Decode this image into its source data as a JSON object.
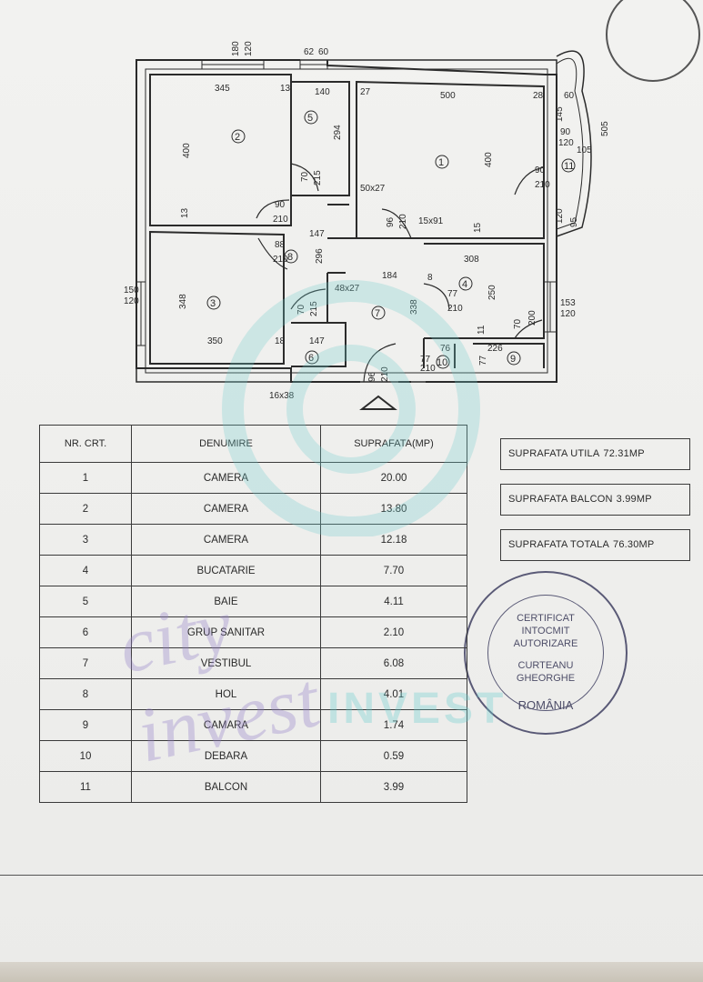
{
  "plan": {
    "dims": [
      {
        "t": "180"
      },
      {
        "t": "120"
      },
      {
        "t": "62"
      },
      {
        "t": "60"
      },
      {
        "t": "345"
      },
      {
        "t": "13"
      },
      {
        "t": "140"
      },
      {
        "t": "27"
      },
      {
        "t": "500"
      },
      {
        "t": "28"
      },
      {
        "t": "60"
      },
      {
        "t": "145"
      },
      {
        "t": "90"
      },
      {
        "t": "120"
      },
      {
        "t": "105"
      },
      {
        "t": "505"
      },
      {
        "t": "400"
      },
      {
        "t": "294"
      },
      {
        "t": "400"
      },
      {
        "t": "90"
      },
      {
        "t": "210"
      },
      {
        "t": "50x27"
      },
      {
        "t": "70"
      },
      {
        "t": "215"
      },
      {
        "t": "90"
      },
      {
        "t": "210"
      },
      {
        "t": "13"
      },
      {
        "t": "147"
      },
      {
        "t": "96"
      },
      {
        "t": "210"
      },
      {
        "t": "15x91"
      },
      {
        "t": "15"
      },
      {
        "t": "120"
      },
      {
        "t": "95"
      },
      {
        "t": "88"
      },
      {
        "t": "210"
      },
      {
        "t": "296"
      },
      {
        "t": "308"
      },
      {
        "t": "184"
      },
      {
        "t": "8"
      },
      {
        "t": "48x27"
      },
      {
        "t": "150"
      },
      {
        "t": "120"
      },
      {
        "t": "348"
      },
      {
        "t": "250"
      },
      {
        "t": "153"
      },
      {
        "t": "120"
      },
      {
        "t": "77"
      },
      {
        "t": "210"
      },
      {
        "t": "338"
      },
      {
        "t": "70"
      },
      {
        "t": "215"
      },
      {
        "t": "70"
      },
      {
        "t": "200"
      },
      {
        "t": "11"
      },
      {
        "t": "350"
      },
      {
        "t": "18"
      },
      {
        "t": "147"
      },
      {
        "t": "76"
      },
      {
        "t": "226"
      },
      {
        "t": "77"
      },
      {
        "t": "210"
      },
      {
        "t": "77"
      },
      {
        "t": "96"
      },
      {
        "t": "210"
      },
      {
        "t": "16x38"
      }
    ],
    "rooms": [
      "1",
      "2",
      "3",
      "4",
      "5",
      "6",
      "7",
      "8",
      "9",
      "10",
      "11"
    ]
  },
  "table": {
    "headers": [
      "NR. CRT.",
      "DENUMIRE",
      "SUPRAFATA(MP)"
    ],
    "rows": [
      {
        "nr": "1",
        "name": "CAMERA",
        "area": "20.00"
      },
      {
        "nr": "2",
        "name": "CAMERA",
        "area": "13.80"
      },
      {
        "nr": "3",
        "name": "CAMERA",
        "area": "12.18"
      },
      {
        "nr": "4",
        "name": "BUCATARIE",
        "area": "7.70"
      },
      {
        "nr": "5",
        "name": "BAIE",
        "area": "4.11"
      },
      {
        "nr": "6",
        "name": "GRUP SANITAR",
        "area": "2.10"
      },
      {
        "nr": "7",
        "name": "VESTIBUL",
        "area": "6.08"
      },
      {
        "nr": "8",
        "name": "HOL",
        "area": "4.01"
      },
      {
        "nr": "9",
        "name": "CAMARA",
        "area": "1.74"
      },
      {
        "nr": "10",
        "name": "DEBARA",
        "area": "0.59"
      },
      {
        "nr": "11",
        "name": "BALCON",
        "area": "3.99"
      }
    ]
  },
  "summary": [
    {
      "label": "SUPRAFATA UTILA",
      "value": "72.31MP"
    },
    {
      "label": "SUPRAFATA BALCON",
      "value": "3.99MP"
    },
    {
      "label": "SUPRAFATA TOTALA",
      "value": "76.30MP"
    }
  ],
  "stamp": {
    "lines": [
      "CERTIFICAT",
      "INTOCMIT",
      "AUTORIZARE",
      "CURTEANU",
      "GHEORGHE",
      "ROMÂNIA"
    ]
  },
  "watermark": {
    "script": "city invest",
    "block": "INVEST"
  }
}
